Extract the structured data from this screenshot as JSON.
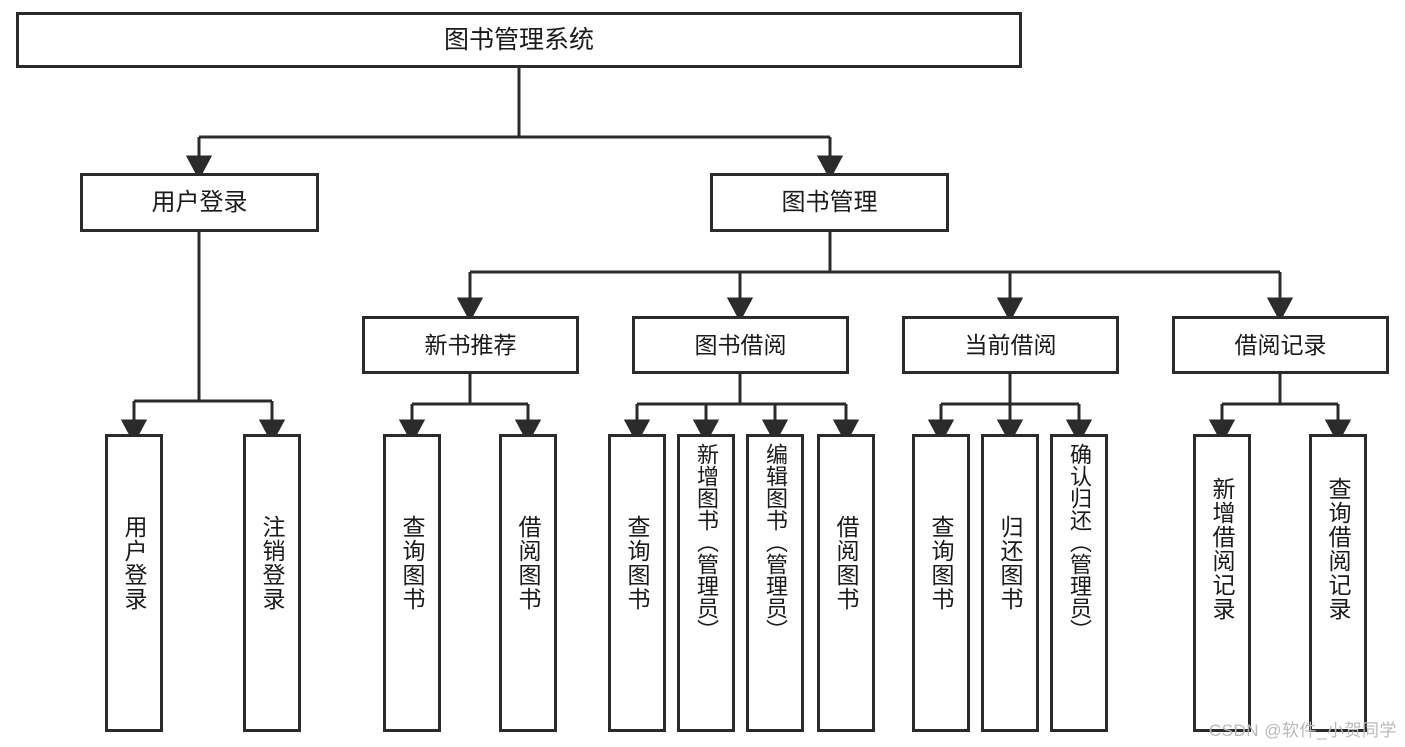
{
  "diagram": {
    "type": "tree",
    "title": "图书管理系统",
    "stroke_color": "#2b2b2b",
    "background_color": "#ffffff",
    "text_color": "#1a1a1a",
    "root": {
      "id": "root",
      "label": "图书管理系统"
    },
    "level1": [
      {
        "id": "user-login",
        "label": "用户登录"
      },
      {
        "id": "book-manage",
        "label": "图书管理"
      }
    ],
    "level2": [
      {
        "id": "new-book-recommend",
        "label": "新书推荐",
        "parent": "book-manage"
      },
      {
        "id": "book-borrow",
        "label": "图书借阅",
        "parent": "book-manage"
      },
      {
        "id": "current-borrow",
        "label": "当前借阅",
        "parent": "book-manage"
      },
      {
        "id": "borrow-record",
        "label": "借阅记录",
        "parent": "book-manage"
      }
    ],
    "leaves": [
      {
        "id": "leaf-user-login",
        "label": "用户登录",
        "parent": "user-login"
      },
      {
        "id": "leaf-logout",
        "label": "注销登录",
        "parent": "user-login"
      },
      {
        "id": "leaf-query-book-1",
        "label": "查询图书",
        "parent": "new-book-recommend"
      },
      {
        "id": "leaf-borrow-book-1",
        "label": "借阅图书",
        "parent": "new-book-recommend"
      },
      {
        "id": "leaf-query-book-2",
        "label": "查询图书",
        "parent": "book-borrow"
      },
      {
        "id": "leaf-add-book",
        "label": "新增图书（管理员）",
        "parent": "book-borrow"
      },
      {
        "id": "leaf-edit-book",
        "label": "编辑图书（管理员）",
        "parent": "book-borrow"
      },
      {
        "id": "leaf-borrow-book-2",
        "label": "借阅图书",
        "parent": "book-borrow"
      },
      {
        "id": "leaf-query-book-3",
        "label": "查询图书",
        "parent": "current-borrow"
      },
      {
        "id": "leaf-return-book",
        "label": "归还图书",
        "parent": "current-borrow"
      },
      {
        "id": "leaf-confirm-return",
        "label": "确认归还（管理员）",
        "parent": "current-borrow"
      },
      {
        "id": "leaf-add-record",
        "label": "新增借阅记录",
        "parent": "borrow-record"
      },
      {
        "id": "leaf-query-record",
        "label": "查询借阅记录",
        "parent": "borrow-record"
      }
    ]
  },
  "watermark": {
    "text": "CSDN @软件_小贺同学"
  }
}
